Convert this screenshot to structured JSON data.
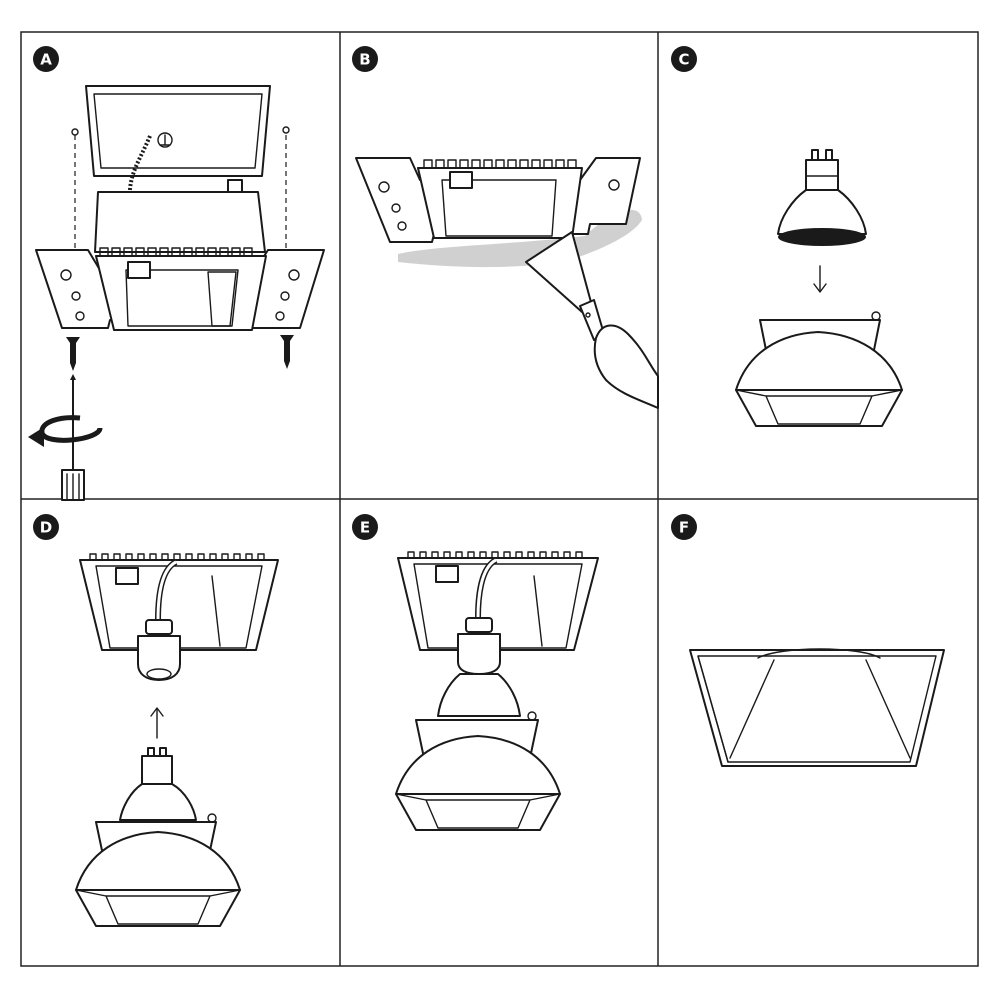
{
  "panels": [
    {
      "label": "A"
    },
    {
      "label": "B"
    },
    {
      "label": "C"
    },
    {
      "label": "D"
    },
    {
      "label": "E"
    },
    {
      "label": "F"
    }
  ],
  "colors": {
    "line": "#1a1a1a",
    "background": "#ffffff",
    "badge": "#1a1a1a",
    "plaster": "#c8c8c8"
  }
}
